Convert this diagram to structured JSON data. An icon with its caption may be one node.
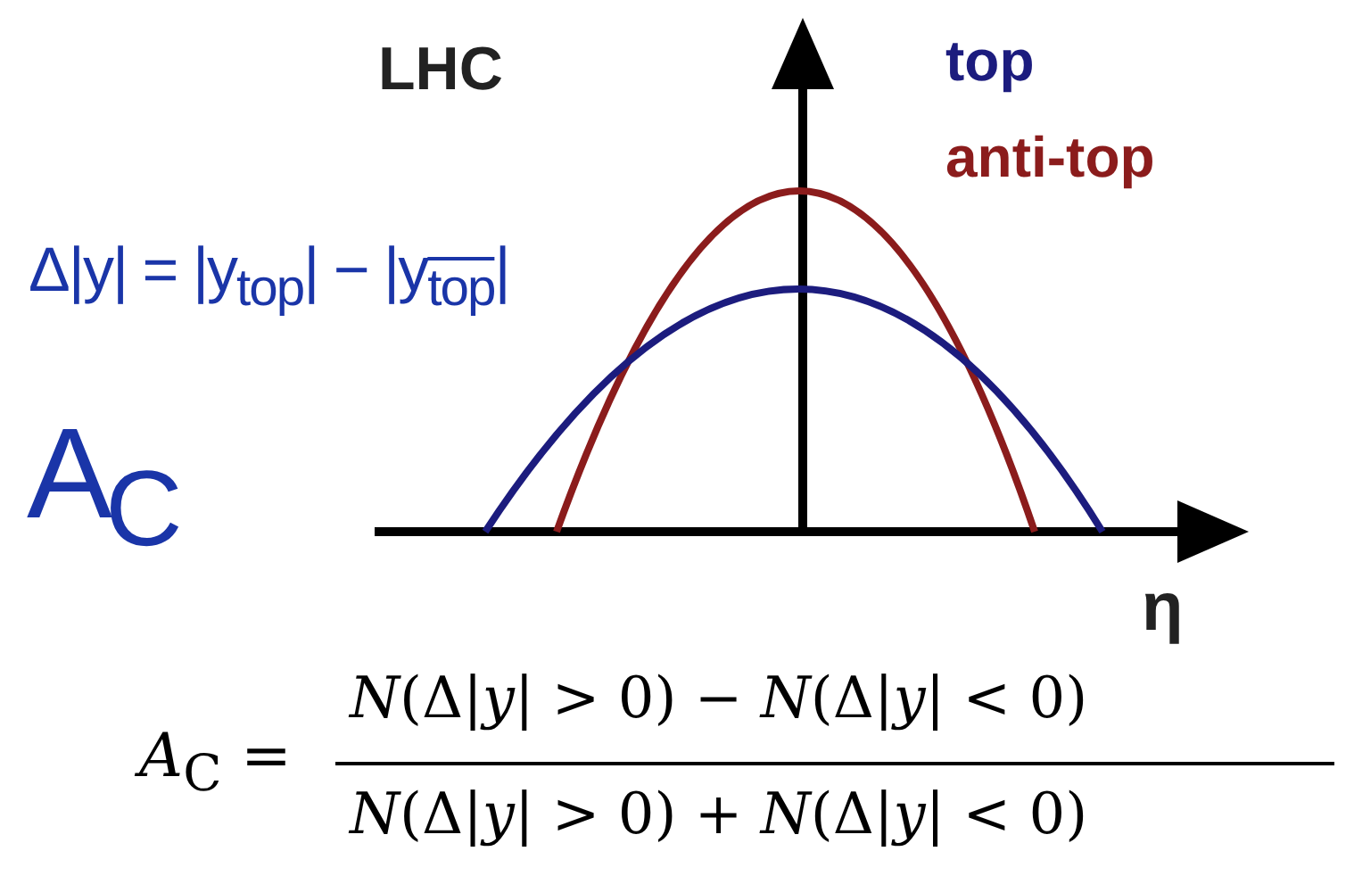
{
  "diagram": {
    "labels": [
      "LHC",
      "top",
      "anti-top",
      "Δ|y| = |y$_{top}$| − |y$_{top}$|",
      "A$_{C}$",
      "η",
      "*A*$_{C}$ =",
      "*N*(Δ|*y*| > 0) − *N*(Δ|*y*| < 0)",
      "*N*(Δ|*y*| > 0) + *N*(Δ|*y*| < 0)"
    ]
  }
}
